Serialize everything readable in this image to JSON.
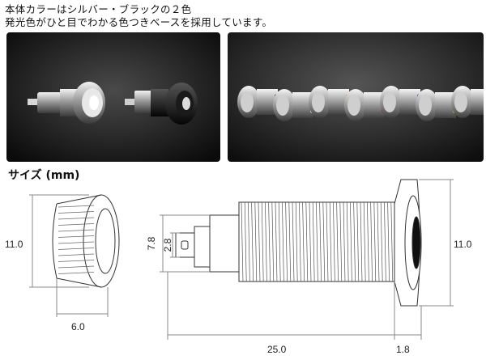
{
  "intro": {
    "line1": "本体カラーはシルバー・ブラックの２色",
    "line2": "発光色がひと目でわかる色つきベースを採用しています。"
  },
  "photos": {
    "left": {
      "variants": [
        "silver",
        "black"
      ]
    },
    "right": {
      "base_colors": [
        "#2a2a2a",
        "#f4f4f4",
        "#f0a000",
        "#cc1122",
        "#2233cc",
        "#e6c000",
        "#19b0a6"
      ]
    }
  },
  "size_title": "サイズ (mm)",
  "dimensions": {
    "bezel_height": "11.0",
    "bezel_width": "6.0",
    "terminal_outer": "7.8",
    "terminal_inner": "2.8",
    "body_length": "25.0",
    "flange_thickness": "1.8",
    "flange_height": "11.0"
  }
}
